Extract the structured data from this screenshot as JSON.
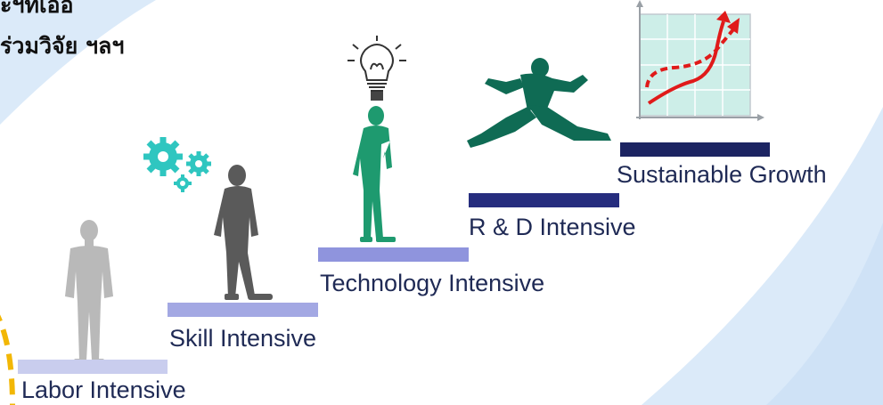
{
  "heading": {
    "line1": "ะฯที่เอื้อ",
    "line2": "ร่วมวิจัย ฯลฯ"
  },
  "steps": [
    {
      "label": "Labor Intensive",
      "color": "#c9cdee",
      "figure": "standing-person-empty-pockets-icon"
    },
    {
      "label": "Skill Intensive",
      "color": "#a3a8e3",
      "figure": "person-with-gears-icon"
    },
    {
      "label": "Technology Intensive",
      "color": "#8f94dd",
      "figure": "thinking-person-lightbulb-icon"
    },
    {
      "label": "R & D Intensive",
      "color": "#262d7e",
      "figure": "leaping-person-icon"
    },
    {
      "label": "Sustainable Growth",
      "color": "#1c2462",
      "figure": "growth-chart-icon"
    }
  ],
  "colors": {
    "background_band": "#dbeaf9",
    "label_text": "#1f2a55",
    "accent_green": "#1e9a6f",
    "growth_arrow": "#e01a1a"
  }
}
